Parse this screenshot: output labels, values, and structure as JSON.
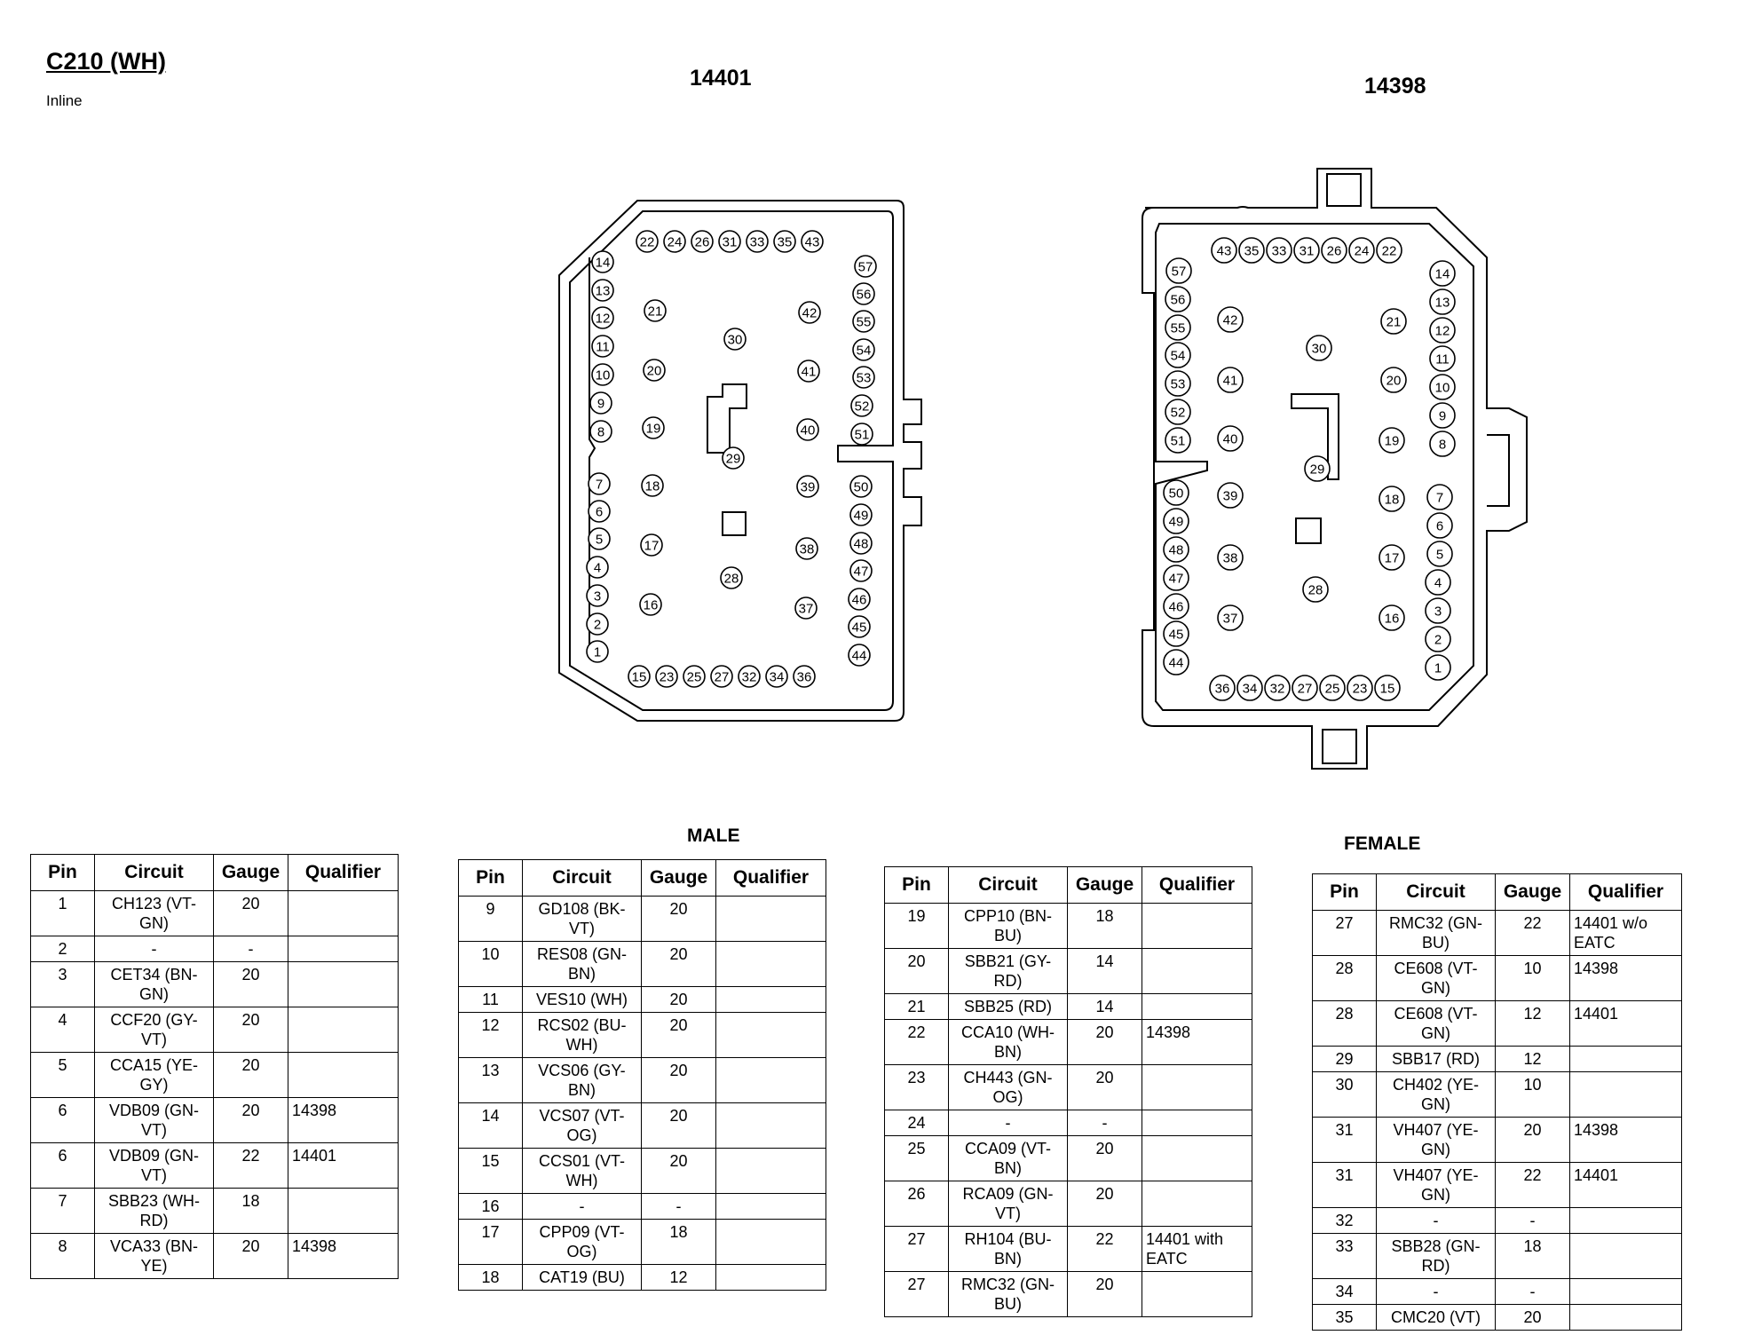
{
  "header": {
    "title": "C210 (WH)",
    "subtitle": "Inline"
  },
  "connectors": {
    "left_part_number": "14401",
    "right_part_number": "14398",
    "left_pins": [
      "1",
      "2",
      "3",
      "4",
      "5",
      "6",
      "7",
      "8",
      "9",
      "10",
      "11",
      "12",
      "13",
      "14",
      "15",
      "16",
      "17",
      "18",
      "19",
      "20",
      "21",
      "22",
      "23",
      "24",
      "25",
      "26",
      "27",
      "28",
      "29",
      "30",
      "31",
      "32",
      "33",
      "34",
      "35",
      "36",
      "37",
      "38",
      "39",
      "40",
      "41",
      "42",
      "43",
      "44",
      "45",
      "46",
      "47",
      "48",
      "49",
      "50",
      "51",
      "52",
      "53",
      "54",
      "55",
      "56",
      "57"
    ],
    "right_pins": [
      "1",
      "2",
      "3",
      "4",
      "5",
      "6",
      "7",
      "8",
      "9",
      "10",
      "11",
      "12",
      "13",
      "14",
      "15",
      "16",
      "17",
      "18",
      "19",
      "20",
      "21",
      "22",
      "23",
      "24",
      "25",
      "26",
      "27",
      "28",
      "29",
      "30",
      "31",
      "32",
      "33",
      "34",
      "35",
      "36",
      "37",
      "38",
      "39",
      "40",
      "41",
      "42",
      "43",
      "44",
      "45",
      "46",
      "47",
      "48",
      "49",
      "50",
      "51",
      "52",
      "53",
      "54",
      "55",
      "56",
      "57"
    ]
  },
  "labels": {
    "male": "MALE",
    "female": "FEMALE"
  },
  "columns": [
    "Pin",
    "Circuit",
    "Gauge",
    "Qualifier"
  ],
  "tables": [
    {
      "rows": [
        [
          "1",
          "CH123 (VT-GN)",
          "20",
          ""
        ],
        [
          "2",
          "-",
          "-",
          ""
        ],
        [
          "3",
          "CET34 (BN-GN)",
          "20",
          ""
        ],
        [
          "4",
          "CCF20 (GY-VT)",
          "20",
          ""
        ],
        [
          "5",
          "CCA15 (YE-GY)",
          "20",
          ""
        ],
        [
          "6",
          "VDB09 (GN-VT)",
          "20",
          "14398"
        ],
        [
          "6",
          "VDB09 (GN-VT)",
          "22",
          "14401"
        ],
        [
          "7",
          "SBB23 (WH-RD)",
          "18",
          ""
        ],
        [
          "8",
          "VCA33 (BN-YE)",
          "20",
          "14398"
        ]
      ]
    },
    {
      "rows": [
        [
          "9",
          "GD108 (BK-VT)",
          "20",
          ""
        ],
        [
          "10",
          "RES08 (GN-BN)",
          "20",
          ""
        ],
        [
          "11",
          "VES10 (WH)",
          "20",
          ""
        ],
        [
          "12",
          "RCS02 (BU-WH)",
          "20",
          ""
        ],
        [
          "13",
          "VCS06 (GY-BN)",
          "20",
          ""
        ],
        [
          "14",
          "VCS07 (VT-OG)",
          "20",
          ""
        ],
        [
          "15",
          "CCS01 (VT-WH)",
          "20",
          ""
        ],
        [
          "16",
          "-",
          "-",
          ""
        ],
        [
          "17",
          "CPP09 (VT-OG)",
          "18",
          ""
        ],
        [
          "18",
          "CAT19 (BU)",
          "12",
          ""
        ]
      ]
    },
    {
      "rows": [
        [
          "19",
          "CPP10 (BN-BU)",
          "18",
          ""
        ],
        [
          "20",
          "SBB21 (GY-RD)",
          "14",
          ""
        ],
        [
          "21",
          "SBB25 (RD)",
          "14",
          ""
        ],
        [
          "22",
          "CCA10 (WH-BN)",
          "20",
          "14398"
        ],
        [
          "23",
          "CH443 (GN-OG)",
          "20",
          ""
        ],
        [
          "24",
          "-",
          "-",
          ""
        ],
        [
          "25",
          "CCA09 (VT-BN)",
          "20",
          ""
        ],
        [
          "26",
          "RCA09 (GN-VT)",
          "20",
          ""
        ],
        [
          "27",
          "RH104 (BU-BN)",
          "22",
          "14401 with EATC"
        ],
        [
          "27",
          "RMC32 (GN-BU)",
          "20",
          ""
        ]
      ]
    },
    {
      "rows": [
        [
          "27",
          "RMC32 (GN-BU)",
          "22",
          "14401 w/o EATC"
        ],
        [
          "28",
          "CE608 (VT-GN)",
          "10",
          "14398"
        ],
        [
          "28",
          "CE608 (VT-GN)",
          "12",
          "14401"
        ],
        [
          "29",
          "SBB17 (RD)",
          "12",
          ""
        ],
        [
          "30",
          "CH402 (YE-GN)",
          "10",
          ""
        ],
        [
          "31",
          "VH407 (YE-GN)",
          "20",
          "14398"
        ],
        [
          "31",
          "VH407 (YE-GN)",
          "22",
          "14401"
        ],
        [
          "32",
          "-",
          "-",
          ""
        ],
        [
          "33",
          "SBB28 (GN-RD)",
          "18",
          ""
        ],
        [
          "34",
          "-",
          "-",
          ""
        ],
        [
          "35",
          "CMC20 (VT)",
          "20",
          ""
        ]
      ]
    }
  ]
}
